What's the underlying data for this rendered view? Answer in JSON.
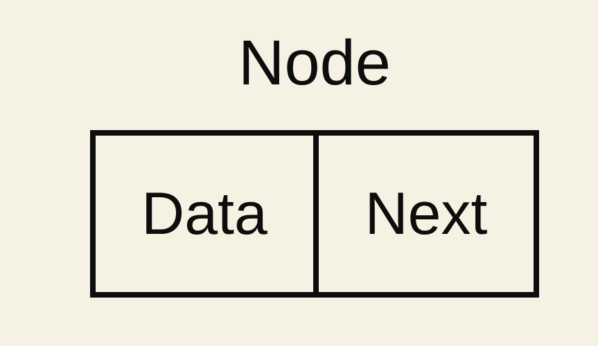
{
  "diagram": {
    "title": "Node",
    "node": {
      "fields": [
        {
          "label": "Data"
        },
        {
          "label": "Next"
        }
      ]
    },
    "colors": {
      "background": "#F5F2E3",
      "stroke": "#0D0D0D",
      "text": "#0D0D0D"
    }
  }
}
